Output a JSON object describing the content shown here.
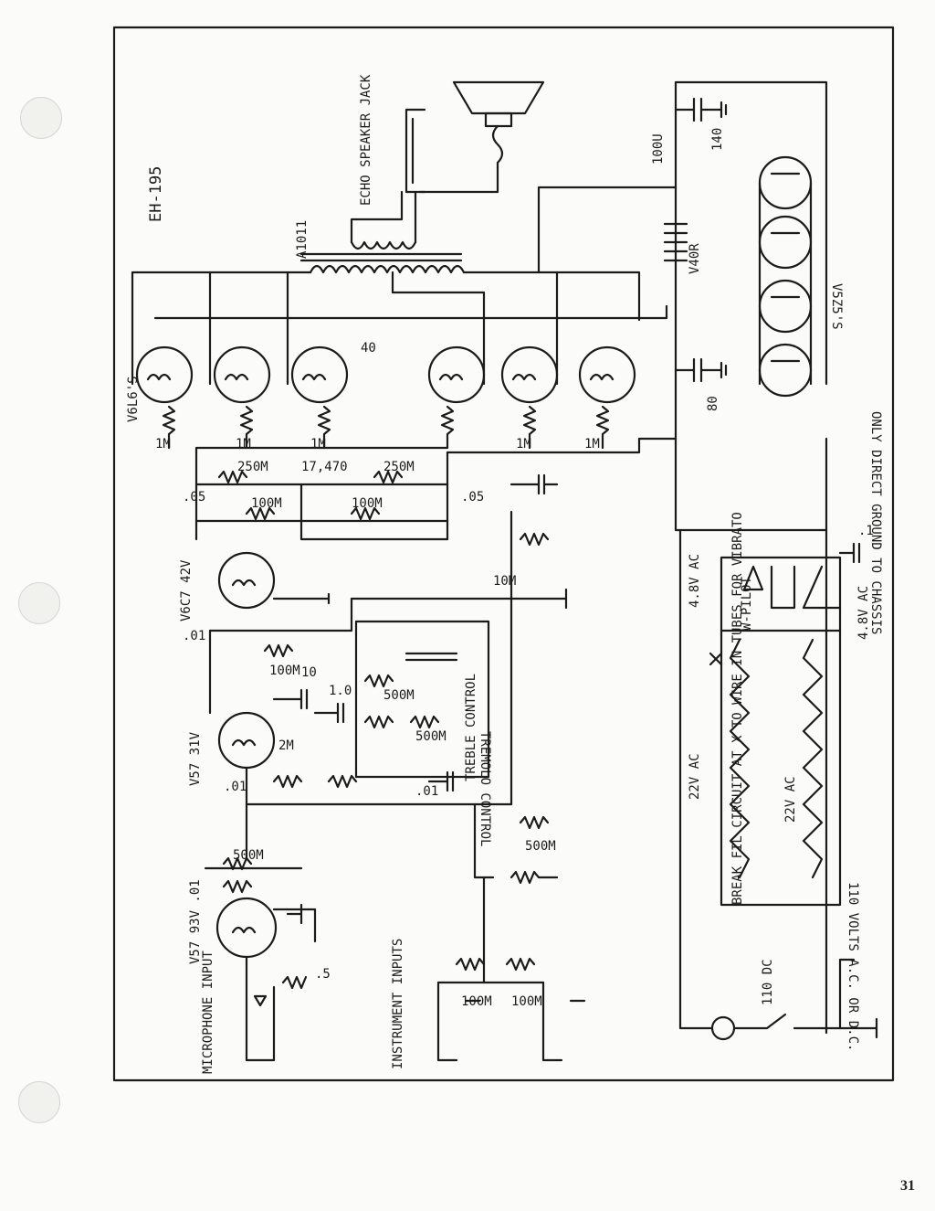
{
  "page_number": "31",
  "model": "EH-195",
  "labels": {
    "output_transformer": "A1011",
    "echo_speaker_jack": "ECHO SPEAKER JACK",
    "output_tubes": "V6L6'S",
    "rectifiers": "V5Z5'S",
    "driver_tube": "V6C7 42V",
    "tone_tube": "V57 31V",
    "input_tube": "V57 93V .01",
    "microphone_input": "MICROPHONE INPUT",
    "instrument_inputs": "INSTRUMENT INPUTS",
    "tremolo_control": "TREMOLO CONTROL",
    "treble_control": "TREBLE CONTROL",
    "filament_note": "BREAK FIL CIRCUIT AT X TO WIRE IN TUBES FOR VIBRATO",
    "filament_voltage": "22V AC",
    "filament_voltage_2": "22V AC",
    "mains": "110 VOLTS A.C. OR D.C.",
    "mains_switch": "110 DC",
    "ground_note": "ONLY DIRECT GROUND TO CHASSIS",
    "filter_choke": "V40R",
    "cap_100u": "100U",
    "cap_140": "140",
    "cap_80": "80",
    "pilot": "W-PILOT",
    "v_48ac": "4.8V AC",
    "v_48ac_b": "4.8V AC",
    "resistors": [
      "250M",
      "17,470",
      "250M",
      "100M",
      "100M",
      "1M",
      "1M",
      "1M",
      "1M",
      "1M",
      "500M",
      "500M",
      "100M",
      "10M",
      "2M",
      "500M",
      "100M",
      "100M",
      "500M"
    ],
    "caps": [
      ".05",
      ".05",
      ".01",
      ".01",
      ".01",
      ".1",
      "10",
      "40",
      ".5",
      "1.0"
    ]
  }
}
